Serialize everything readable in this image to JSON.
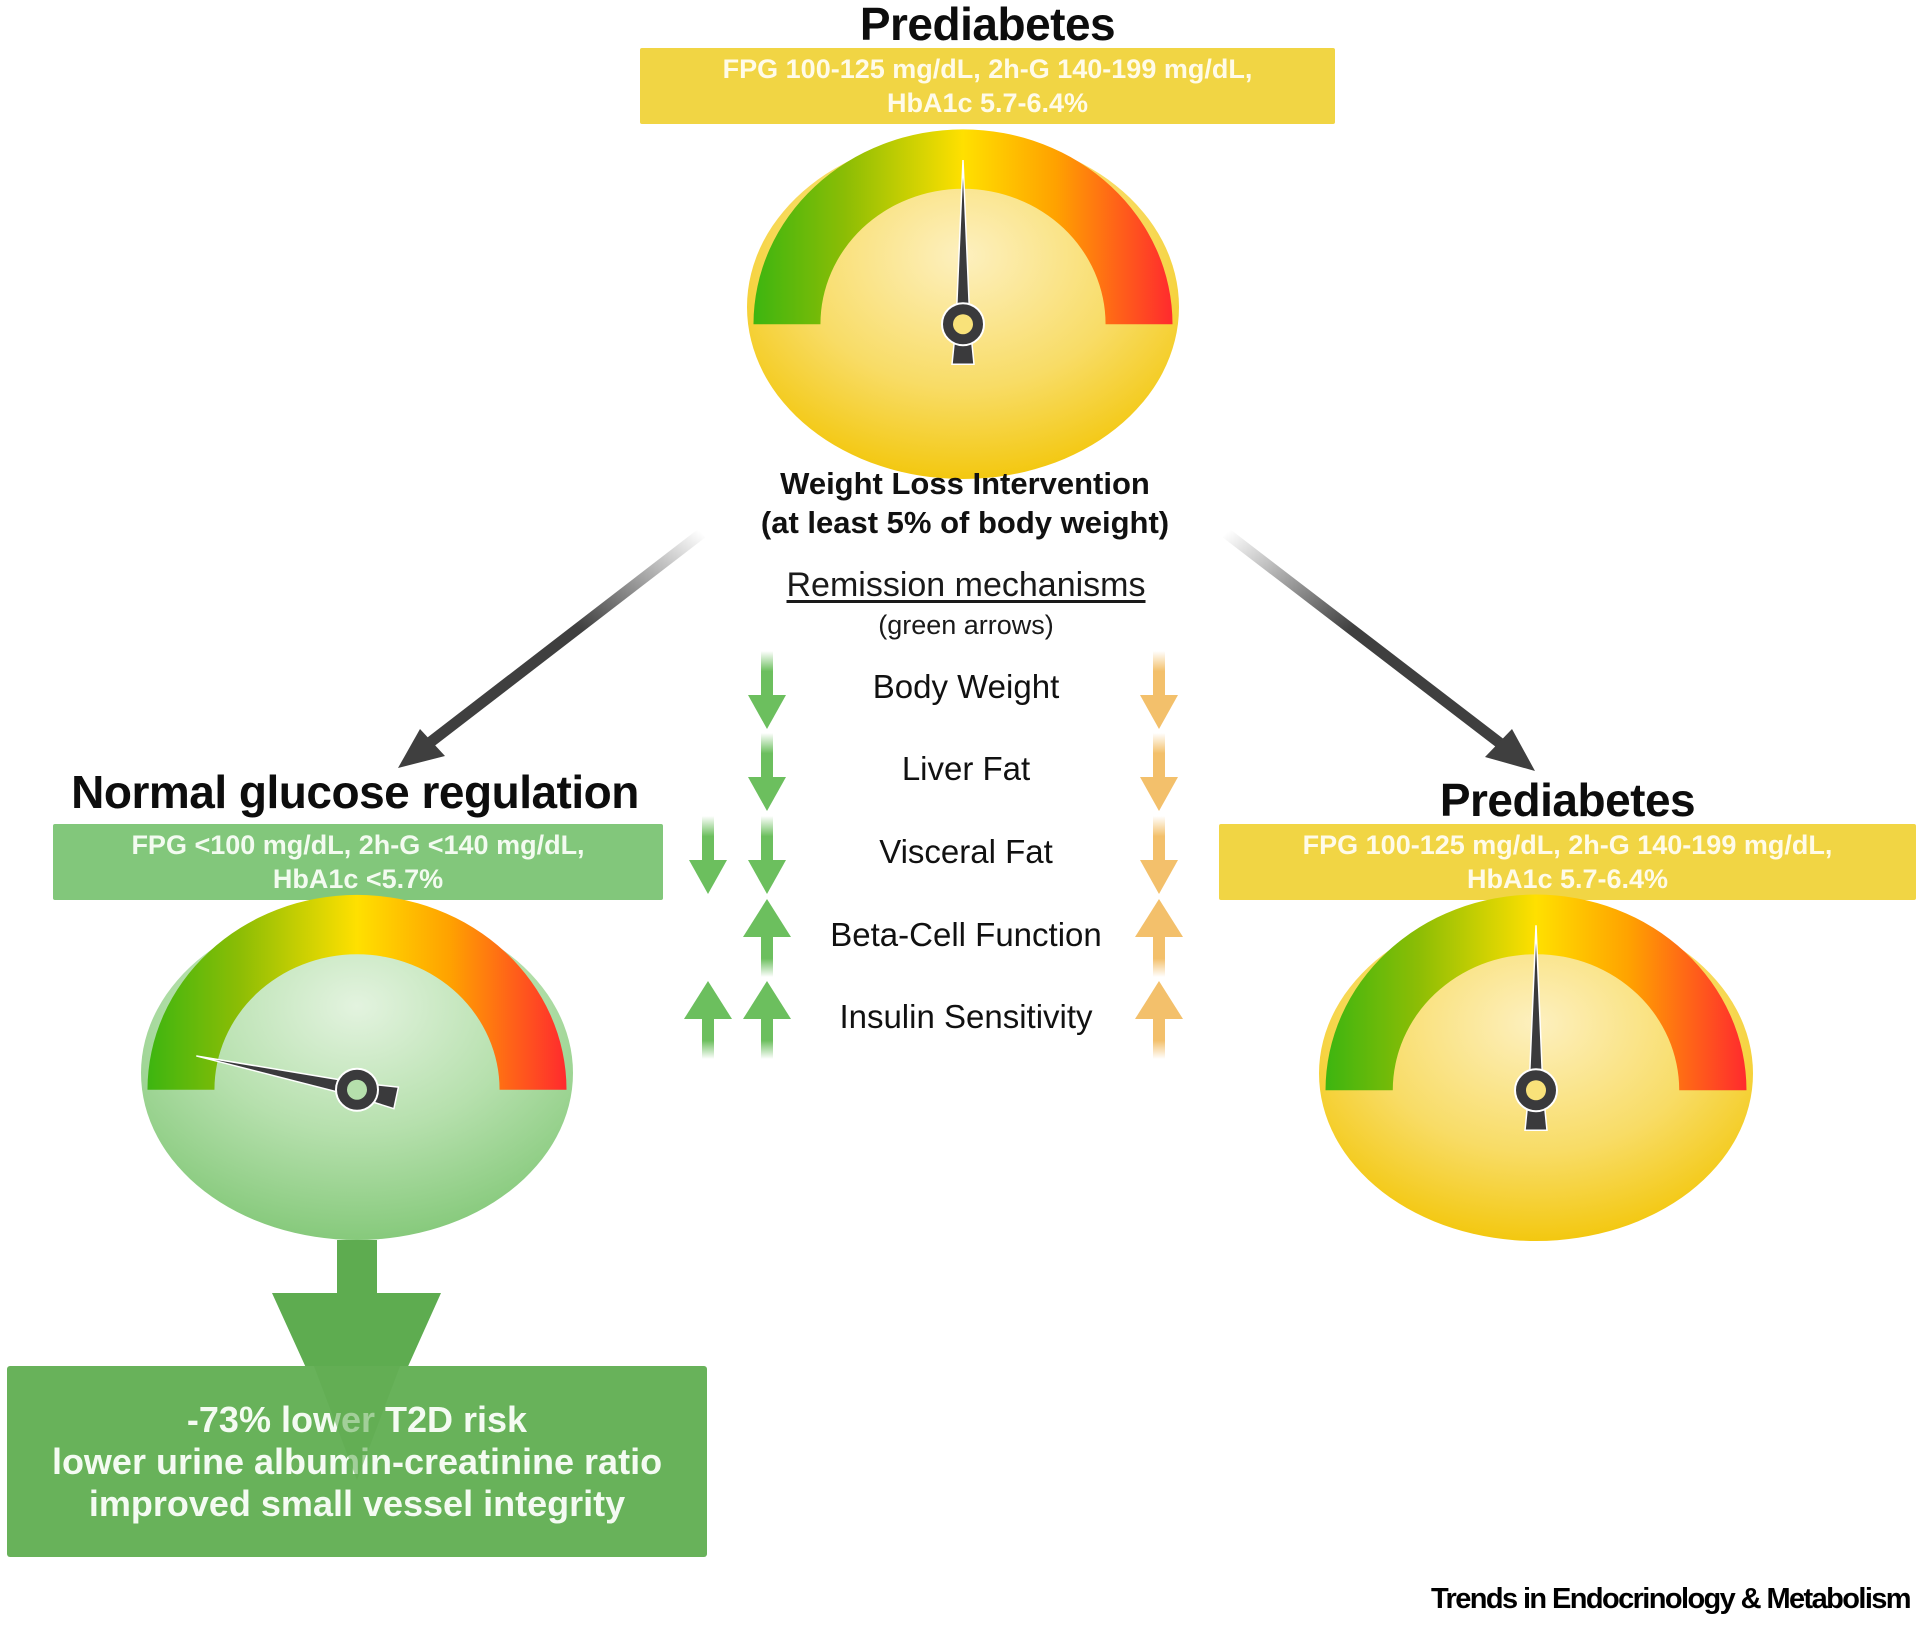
{
  "top": {
    "title": "Prediabetes",
    "criteria_line1": "FPG 100-125 mg/dL, 2h-G 140-199 mg/dL,",
    "criteria_line2": "HbA1c 5.7-6.4%",
    "gauge": {
      "level": 0.5,
      "state": "prediabetes"
    }
  },
  "intervention": {
    "line1": "Weight Loss Intervention",
    "line2": "(at least 5% of body weight)"
  },
  "mechanisms": {
    "title": "Remission mechanisms",
    "subtitle": "(green arrows)",
    "rows": [
      {
        "label": "Body Weight",
        "remission": [
          "down"
        ],
        "non_remission": "down"
      },
      {
        "label": "Liver Fat",
        "remission": [
          "down"
        ],
        "non_remission": "down"
      },
      {
        "label": "Visceral Fat",
        "remission": [
          "down",
          "down"
        ],
        "non_remission": "down"
      },
      {
        "label": "Beta-Cell Function",
        "remission": [
          "up"
        ],
        "non_remission": "up"
      },
      {
        "label": "Insulin Sensitivity",
        "remission": [
          "up",
          "up"
        ],
        "non_remission": "up"
      }
    ]
  },
  "left": {
    "title": "Normal glucose regulation",
    "criteria_line1": "FPG <100 mg/dL, 2h-G <140 mg/dL,",
    "criteria_line2": "HbA1c <5.7%",
    "gauge": {
      "level": 0.05,
      "state": "normal"
    },
    "outcomes": [
      "-73% lower T2D risk",
      "lower urine albumin-creatinine ratio",
      "improved small vessel integrity"
    ]
  },
  "right": {
    "title": "Prediabetes",
    "criteria_line1": "FPG 100-125 mg/dL, 2h-G 140-199 mg/dL,",
    "criteria_line2": "HbA1c 5.7-6.4%",
    "gauge": {
      "level": 0.5,
      "state": "prediabetes"
    }
  },
  "colors": {
    "yellow_box": "#f1d544",
    "green_box": "#82c77b",
    "result_green": "#68b25a",
    "remission_arrow": "#6cbf5e",
    "non_remission_arrow": "#f3c06b",
    "flow_arrow": "#3f3f3f",
    "needle": "#3a3a3c"
  },
  "footer": "Trends in Endocrinology & Metabolism"
}
